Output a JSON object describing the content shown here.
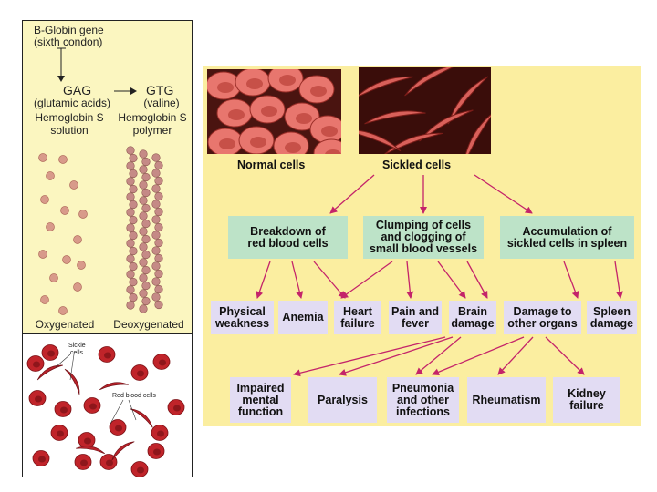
{
  "left_panel": {
    "gene_line1": "B-Globin gene",
    "gene_line2": "(sixth condon)",
    "gag": "GAG",
    "glutamic": "(glutamic acids)",
    "gtg": "GTG",
    "valine": "(valine)",
    "solution_line1": "Hemoglobin S",
    "solution_line2": "solution",
    "polymer_line1": "Hemoglobin S",
    "polymer_line2": "polymer",
    "oxygenated": "Oxygenated",
    "deoxygenated": "Deoxygenated"
  },
  "cells_panel": {
    "sickle_label_1": "Sickle",
    "sickle_label_2": "cells",
    "rbc_label": "Red blood cells"
  },
  "diagram": {
    "normal_caption": "Normal cells",
    "sickled_caption": "Sickled cells",
    "row1": [
      {
        "line1": "Breakdown of",
        "line2": "red blood cells"
      },
      {
        "line1": "Clumping of cells",
        "line2": "and clogging of",
        "line3": "small blood vessels"
      },
      {
        "line1": "Accumulation of",
        "line2": "sickled cells in spleen"
      }
    ],
    "row2": [
      {
        "line1": "Physical",
        "line2": "weakness"
      },
      {
        "line1": "Anemia"
      },
      {
        "line1": "Heart",
        "line2": "failure"
      },
      {
        "line1": "Pain and",
        "line2": "fever"
      },
      {
        "line1": "Brain",
        "line2": "damage"
      },
      {
        "line1": "Damage to",
        "line2": "other organs"
      },
      {
        "line1": "Spleen",
        "line2": "damage"
      }
    ],
    "row3": [
      {
        "line1": "Impaired",
        "line2": "mental",
        "line3": "function"
      },
      {
        "line1": "Paralysis"
      },
      {
        "line1": "Pneumonia",
        "line2": "and other",
        "line3": "infections"
      },
      {
        "line1": "Rheumatism"
      },
      {
        "line1": "Kidney",
        "line2": "failure"
      }
    ]
  },
  "colors": {
    "panel_yellow": "#fbf6c0",
    "diagram_yellow": "#fbeea0",
    "green_box": "#bde3c8",
    "lavender_box": "#e2dcf3",
    "arrow": "#c4246a",
    "cell": "#c8556a"
  }
}
